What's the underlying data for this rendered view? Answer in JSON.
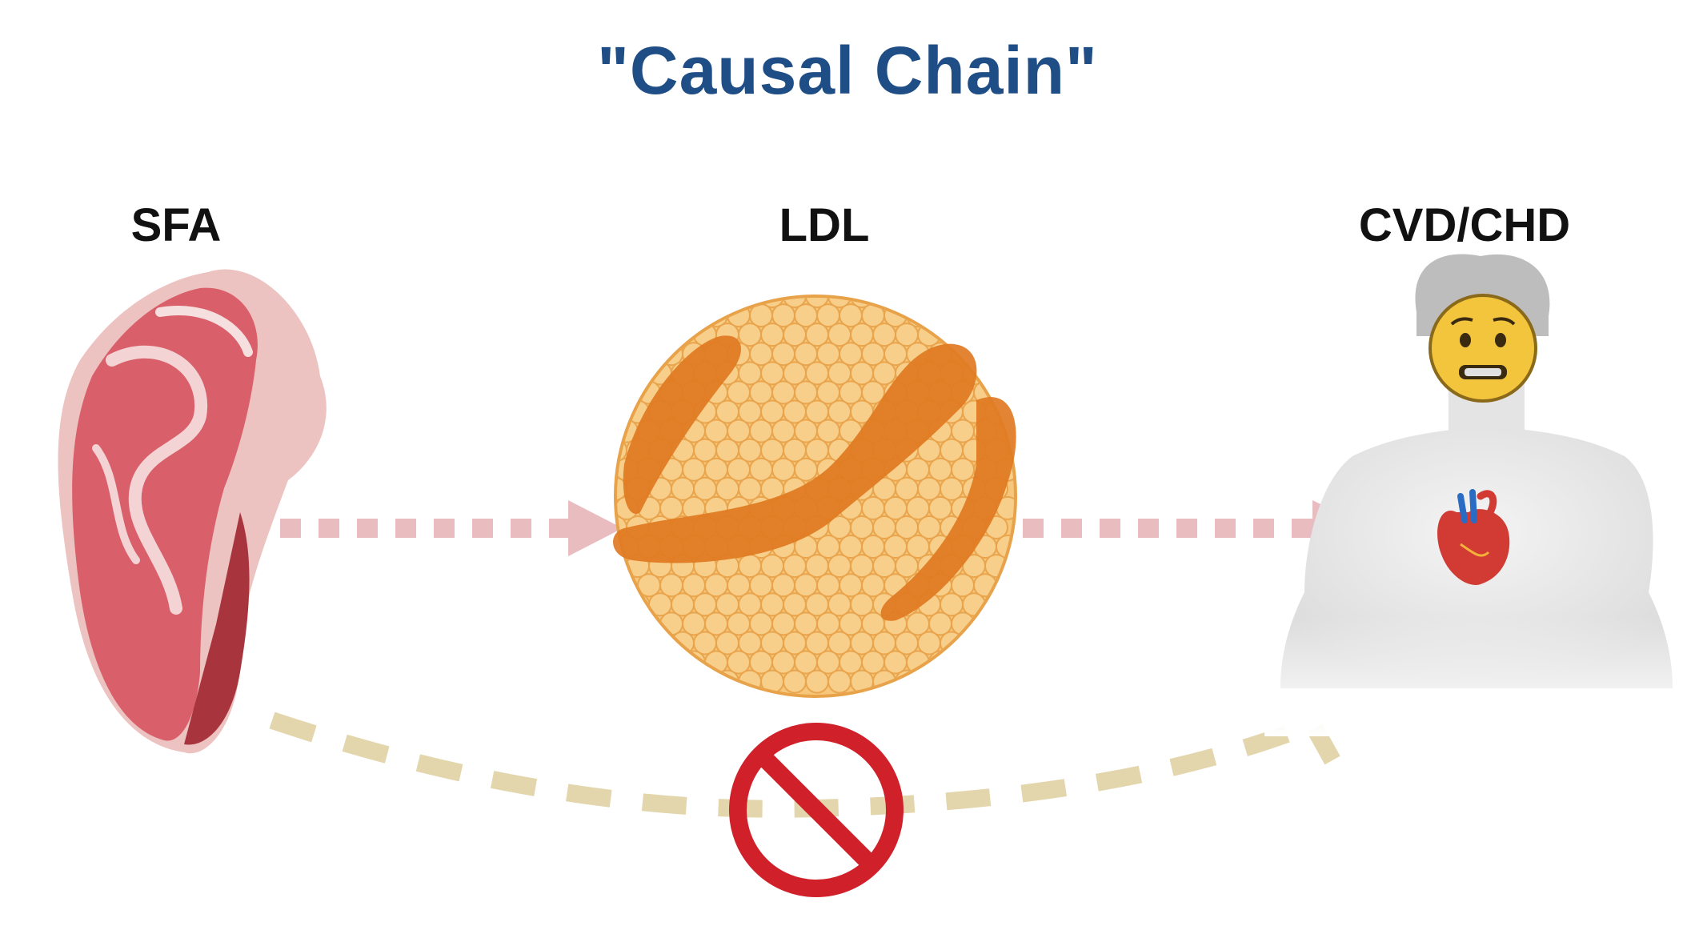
{
  "title": "\"Causal Chain\"",
  "nodes": {
    "sfa": {
      "label": "SFA",
      "icon": "meat-steak-icon"
    },
    "ldl": {
      "label": "LDL",
      "icon": "ldl-particle-icon"
    },
    "cvd": {
      "label": "CVD/CHD",
      "icon": "human-heart-icon"
    }
  },
  "links": [
    {
      "from": "SFA",
      "to": "LDL",
      "style": "dotted-arrow"
    },
    {
      "from": "LDL",
      "to": "CVD/CHD",
      "style": "dotted-arrow"
    },
    {
      "from": "SFA",
      "to": "CVD/CHD",
      "style": "dashed-curve",
      "blocked": true,
      "marker": "prohibited-icon"
    }
  ],
  "colors": {
    "title": "#1f4e86",
    "arrow": "#e9bcc0",
    "curve": "#e3d6ad",
    "prohibited": "#d0202a",
    "ldl_outer": "#f6c77a",
    "ldl_band": "#e07a22",
    "meat": "#d9606a",
    "face": "#f2c53d"
  }
}
